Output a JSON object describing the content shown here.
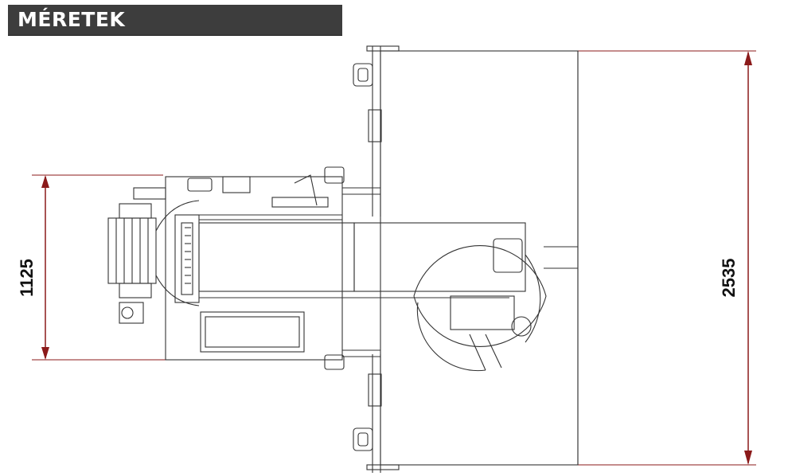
{
  "header": {
    "title": "MÉRETEK"
  },
  "dimensions": {
    "left_height": "1125",
    "right_height": "2535"
  },
  "colors": {
    "header_bg": "#3d3d3d",
    "header_text": "#ffffff",
    "dimension_line": "#8b1a1a",
    "drawing_line": "#333333"
  }
}
